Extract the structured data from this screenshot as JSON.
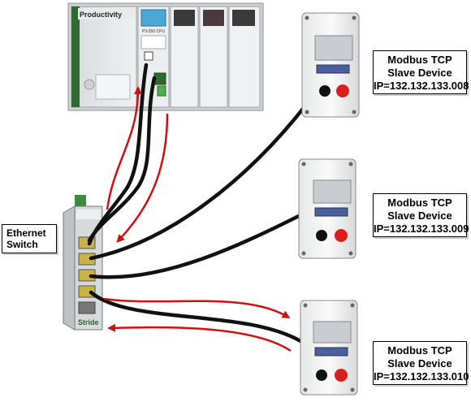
{
  "plc": {
    "brand": "Productivity",
    "cpu_label": "P3-550 CPU"
  },
  "switch": {
    "label_line1": "Ethernet",
    "label_line2": "Switch",
    "brand": "Stride"
  },
  "slaves": [
    {
      "line1": "Modbus TCP",
      "line2": "Slave Device",
      "ip": "IP=132.132.133.008"
    },
    {
      "line1": "Modbus TCP",
      "line2": "Slave Device",
      "ip": "IP=132.132.133.009"
    },
    {
      "line1": "Modbus TCP",
      "line2": "Slave Device",
      "ip": "IP=132.132.133.010"
    }
  ],
  "colors": {
    "cable": "#111111",
    "arrow": "#cc1111",
    "screen": "#4aa8d8",
    "switch_green": "#3d8a3d",
    "button_red": "#d91e1e"
  }
}
